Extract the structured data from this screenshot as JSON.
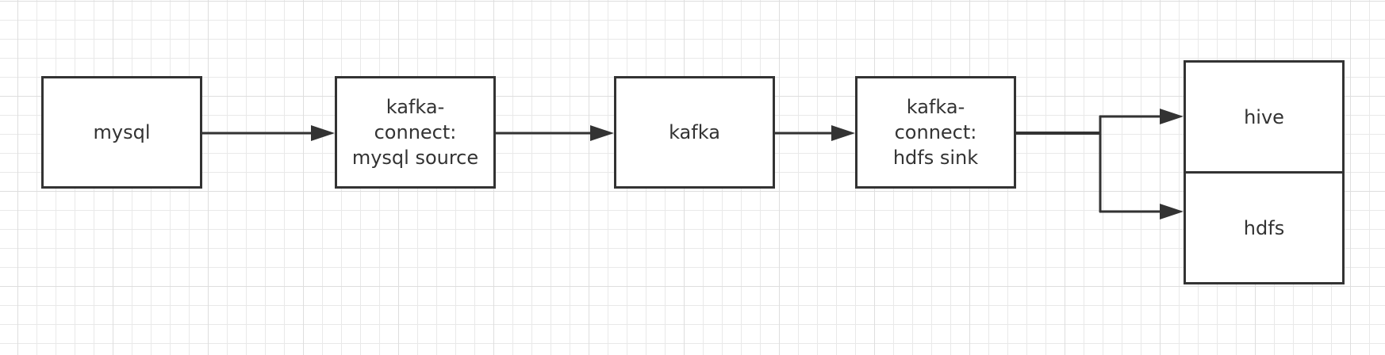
{
  "diagram": {
    "nodes": {
      "mysql": {
        "label": "mysql"
      },
      "kafka_connect_source": {
        "label": "kafka-\nconnect:\nmysql source"
      },
      "kafka": {
        "label": "kafka"
      },
      "kafka_connect_sink": {
        "label": "kafka-\nconnect:\nhdfs sink"
      },
      "hive": {
        "label": "hive"
      },
      "hdfs": {
        "label": "hdfs"
      }
    },
    "edges": [
      {
        "from": "mysql",
        "to": "kafka-connect: mysql source"
      },
      {
        "from": "kafka-connect: mysql source",
        "to": "kafka"
      },
      {
        "from": "kafka",
        "to": "kafka-connect: hdfs sink"
      },
      {
        "from": "kafka-connect: hdfs sink",
        "to": "hive"
      },
      {
        "from": "kafka-connect: hdfs sink",
        "to": "hdfs"
      }
    ],
    "colors": {
      "stroke": "#333333",
      "text": "#333333",
      "grid": "#e9e9e9",
      "background": "#ffffff"
    }
  }
}
